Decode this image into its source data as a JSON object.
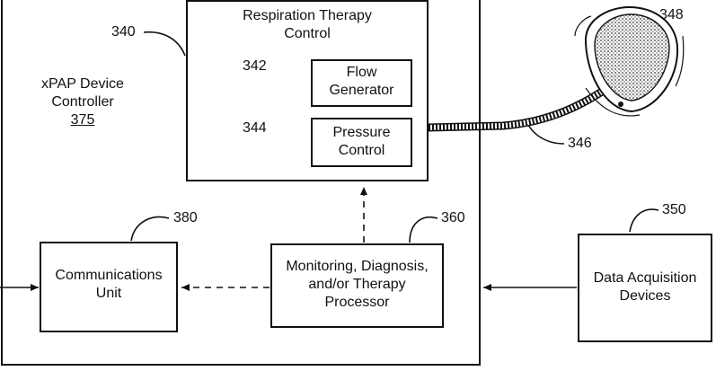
{
  "controller": {
    "title_line1": "xPAP Device",
    "title_line2": "Controller",
    "ref": "375"
  },
  "respiration": {
    "line1": "Respiration Therapy",
    "line2": "Control",
    "ref": "340"
  },
  "flow": {
    "line1": "Flow",
    "line2": "Generator",
    "ref": "342"
  },
  "pressure": {
    "line1": "Pressure",
    "line2": "Control",
    "ref": "344"
  },
  "tube": {
    "ref": "346"
  },
  "mask": {
    "ref": "348"
  },
  "comms": {
    "line1": "Communications",
    "line2": "Unit",
    "ref": "380"
  },
  "processor": {
    "line1": "Monitoring, Diagnosis,",
    "line2": "and/or Therapy",
    "line3": "Processor",
    "ref": "360"
  },
  "daq": {
    "line1": "Data Acquisition",
    "line2": "Devices",
    "ref": "350"
  }
}
